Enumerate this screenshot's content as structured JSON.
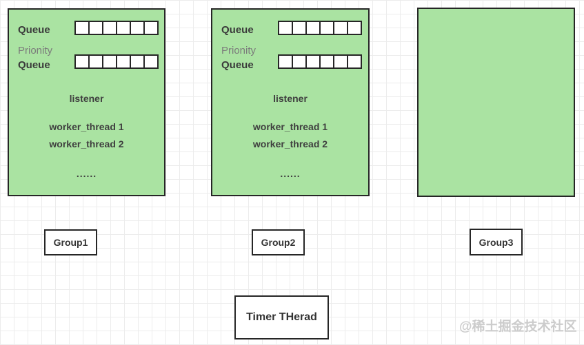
{
  "colors": {
    "panel_fill": "#aae3a2",
    "border": "#262626",
    "grid_line": "#ececec",
    "text_dark": "#3a3a3a",
    "text_gray": "#7b7b7b",
    "watermark": "#cccccc"
  },
  "groups": [
    {
      "queue_label": "Queue",
      "priority_label_top": "Prionity",
      "priority_label_bottom": "Queue",
      "queue_cell_count": 6,
      "priority_cell_count": 6,
      "listener_label": "listener",
      "worker_labels": [
        "worker_thread 1",
        "worker_thread 2"
      ],
      "more_label": "......",
      "caption": "Group1"
    },
    {
      "queue_label": "Queue",
      "priority_label_top": "Prionity",
      "priority_label_bottom": "Queue",
      "queue_cell_count": 6,
      "priority_cell_count": 6,
      "listener_label": "listener",
      "worker_labels": [
        "worker_thread 1",
        "worker_thread 2"
      ],
      "more_label": "......",
      "caption": "Group2"
    },
    {
      "caption": "Group3"
    }
  ],
  "timer": {
    "label": "Timer THerad"
  },
  "watermark": "@稀土掘金技术社区"
}
